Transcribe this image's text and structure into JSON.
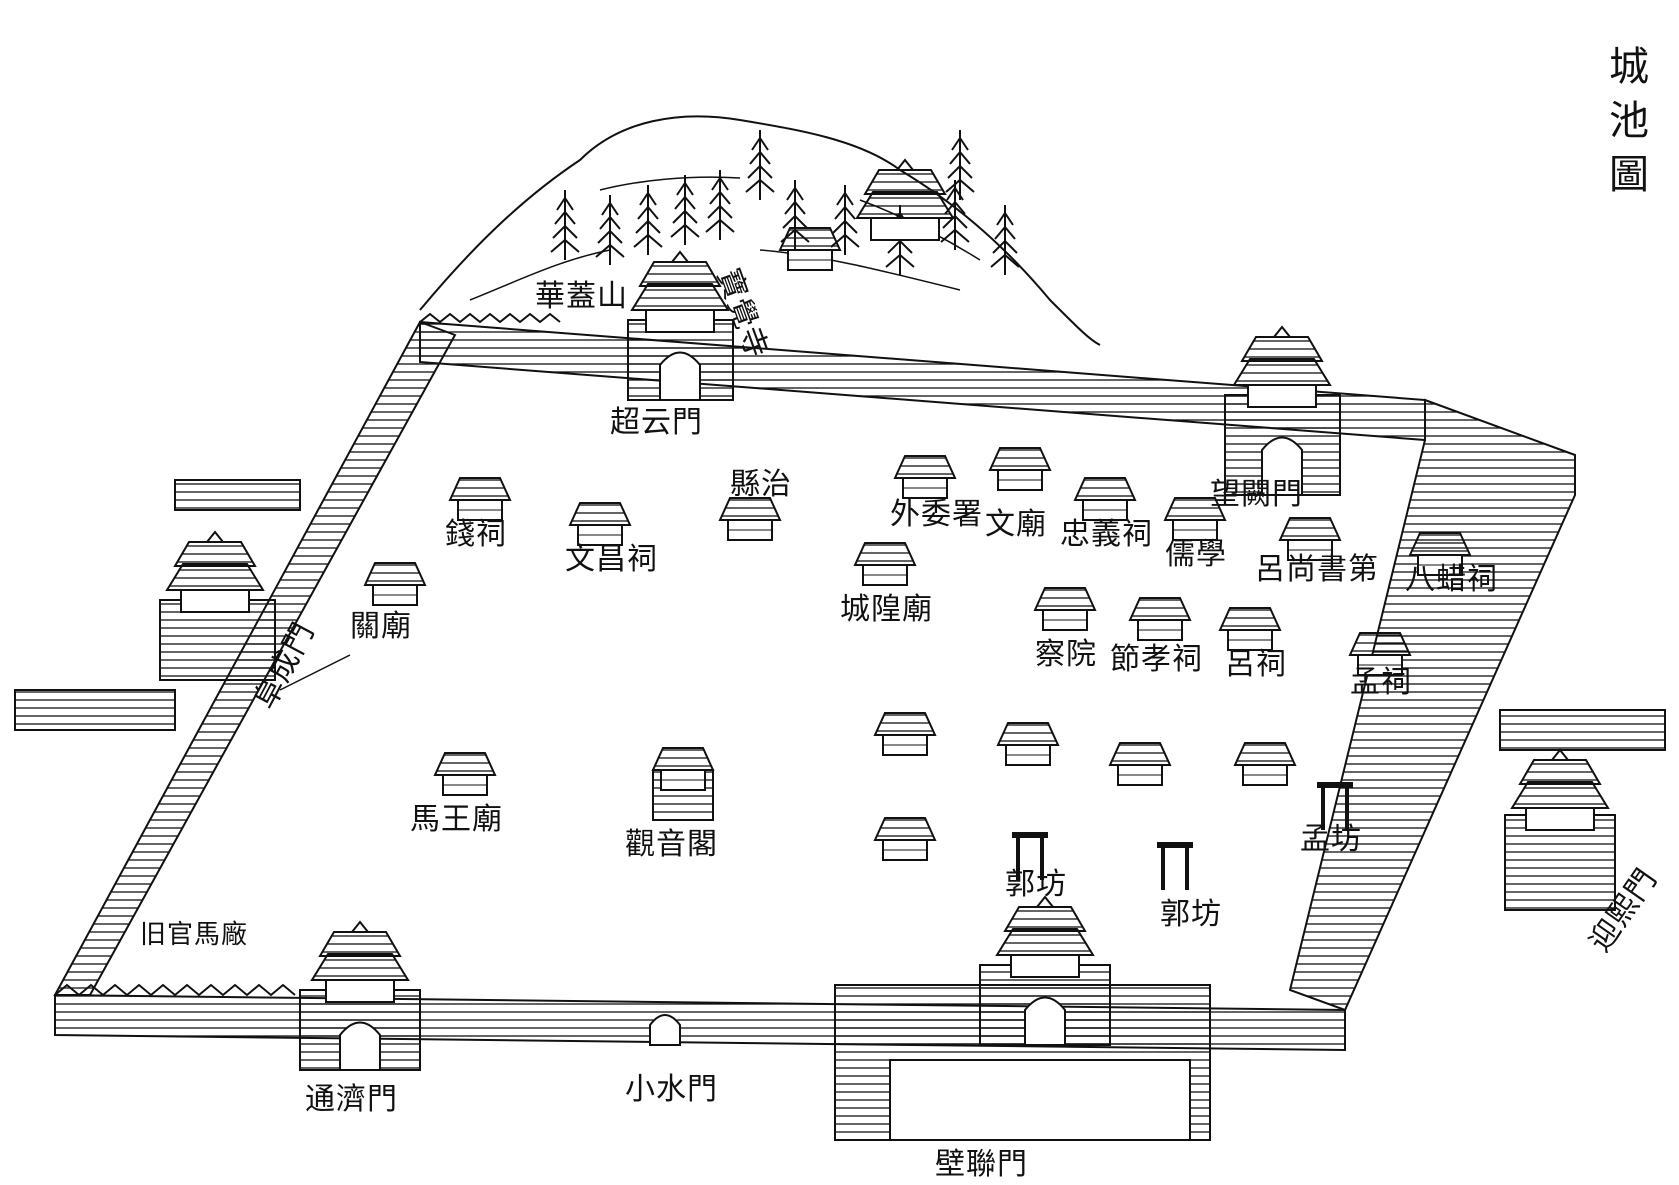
{
  "title": "城池圖",
  "gates": {
    "north": "超云門",
    "northeast": "望闕門",
    "west": "阜成門",
    "east": "迎熙門",
    "south_west": "通濟門",
    "south_small": "小水門",
    "south_east": "壁聯門"
  },
  "places": {
    "mountain": "華蓋山",
    "temple": "寶覺寺",
    "county_office": "縣治",
    "qian_shrine": "錢祠",
    "wenchang_shrine": "文昌祠",
    "waiwei_office": "外委署",
    "wen_temple": "文廟",
    "zhongyi_shrine": "忠義祠",
    "confucian_school": "儒學",
    "lu_shangshu_mansion": "呂尚書第",
    "bazha_shrine": "八蜡祠",
    "guan_temple": "關廟",
    "city_god_temple": "城隍廟",
    "cha_yuan": "察院",
    "jiexiao_shrine": "節孝祠",
    "lu_shrine": "呂祠",
    "meng_shrine": "孟祠",
    "mawang_temple": "馬王廟",
    "guanyin_pavilion": "觀音閣",
    "meng_arch": "孟坊",
    "guo_arch_1": "郭坊",
    "guo_arch_2": "郭坊",
    "old_stable": "旧官馬廠"
  },
  "colors": {
    "ink": "#111111",
    "paper": "#ffffff"
  }
}
